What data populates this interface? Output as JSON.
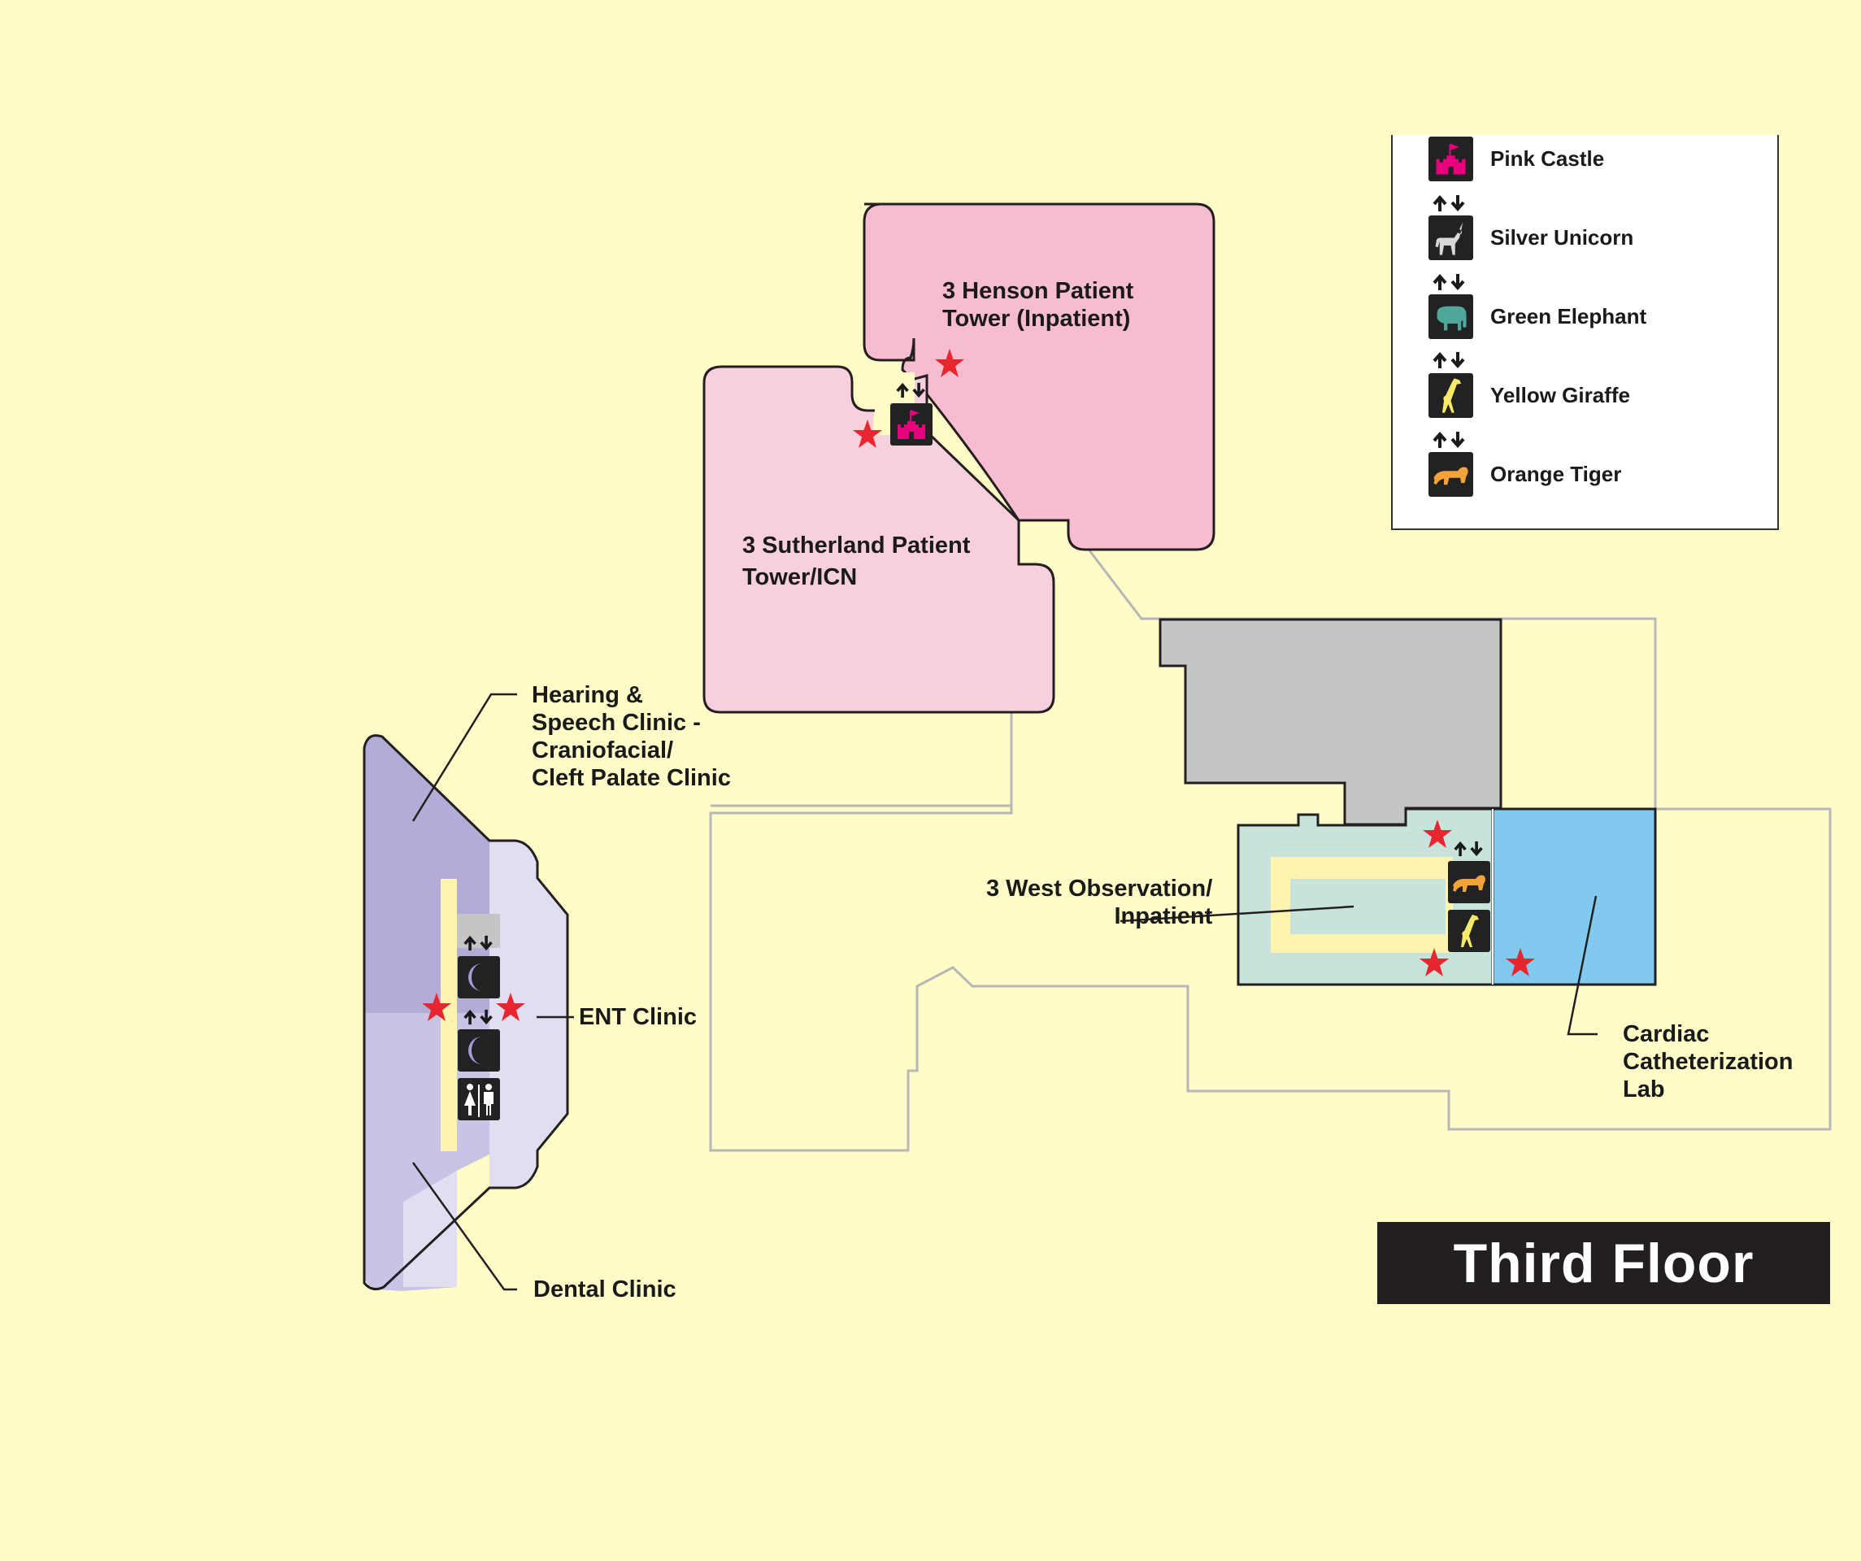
{
  "map": {
    "title": "Third Floor",
    "colors": {
      "background": "#FFFCC8",
      "henson": "#F7BCCF",
      "sutherland": "#F7D0DC",
      "clinic_dark": "#B3ACD6",
      "clinic_mid": "#C9C4E5",
      "clinic_light": "#E1DEF2",
      "observation": "#C8E3DC",
      "cardiac": "#82C9F0",
      "grey_block": "#C4C5C6",
      "outline": "#B7B7B7",
      "star": "#E8262F",
      "pink_castle": "#E6007E",
      "silver_unicorn": "#D8D8D8",
      "green_elephant": "#4FA79A",
      "yellow_giraffe": "#F7E96A",
      "orange_tiger": "#F4A23A",
      "moon": "#A79BD9"
    },
    "areas": {
      "henson": "3 Henson Patient\nTower (Inpatient)",
      "sutherland": "3 Sutherland Patient\nTower/ICN",
      "hearing": "Hearing &\nSpeech Clinic -\nCraniofacial/\nCleft Palate Clinic",
      "ent": "ENT Clinic",
      "dental": "Dental Clinic",
      "west_obs": "3 West Observation/\nInpatient",
      "cardiac": "Cardiac\nCatheterization\nLab"
    },
    "icons": [
      "castle-icon",
      "elevator-arrows-icon",
      "star-marker-icon",
      "moon-icon",
      "restroom-icon",
      "tiger-icon",
      "giraffe-icon"
    ]
  },
  "legend": {
    "items": [
      {
        "label": "Pink Castle",
        "icon": "castle-icon",
        "color": "#E6007E"
      },
      {
        "label": "Silver Unicorn",
        "icon": "unicorn-icon",
        "color": "#D8D8D8"
      },
      {
        "label": "Green Elephant",
        "icon": "elephant-icon",
        "color": "#4FA79A"
      },
      {
        "label": "Yellow Giraffe",
        "icon": "giraffe-icon",
        "color": "#F7E96A"
      },
      {
        "label": "Orange Tiger",
        "icon": "tiger-icon",
        "color": "#F4A23A"
      }
    ]
  }
}
